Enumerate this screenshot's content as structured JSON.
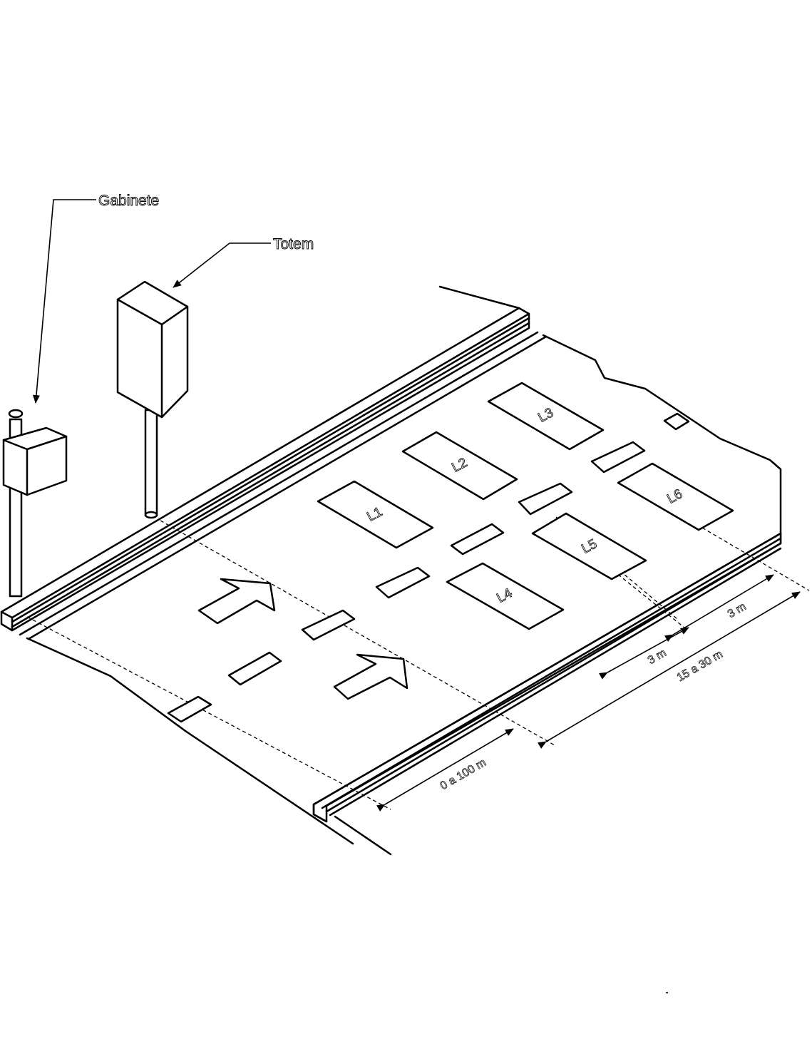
{
  "callouts": {
    "cabinet": "Gabinete",
    "totem": "Totem"
  },
  "loops": [
    "L1",
    "L2",
    "L3",
    "L4",
    "L5",
    "L6"
  ],
  "dimensions": {
    "spacing_a": "3 m",
    "spacing_b": "3 m",
    "loop_span": "15 a 30 m",
    "offset": "0 a 100 m"
  }
}
